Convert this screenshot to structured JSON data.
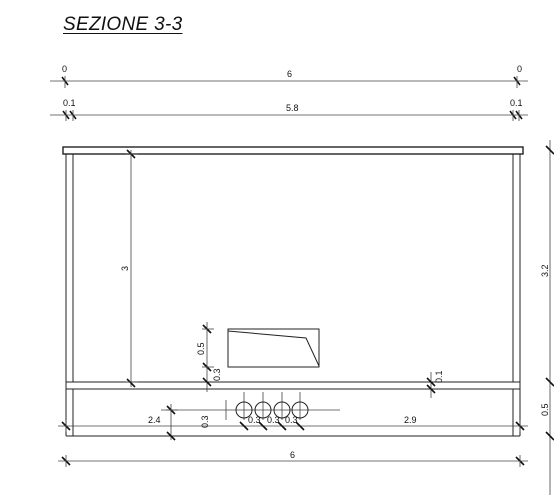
{
  "title": "SEZIONE 3-3",
  "dims": {
    "top1": {
      "left": "0",
      "center": "6",
      "right": "0"
    },
    "top2": {
      "left": "0.1",
      "center": "5.8",
      "right": "0.1"
    },
    "height_inner": "3",
    "height_right": "3.2",
    "base_right": "0.5",
    "opening_height": "0.5",
    "opening_sill": "0.3",
    "slab_thickness": "0.1",
    "pipe_offset": "0.3",
    "bottom_row": [
      "2.4",
      "0.3",
      "0.3",
      "0.3",
      "2.9"
    ],
    "bottom_total": "6"
  }
}
